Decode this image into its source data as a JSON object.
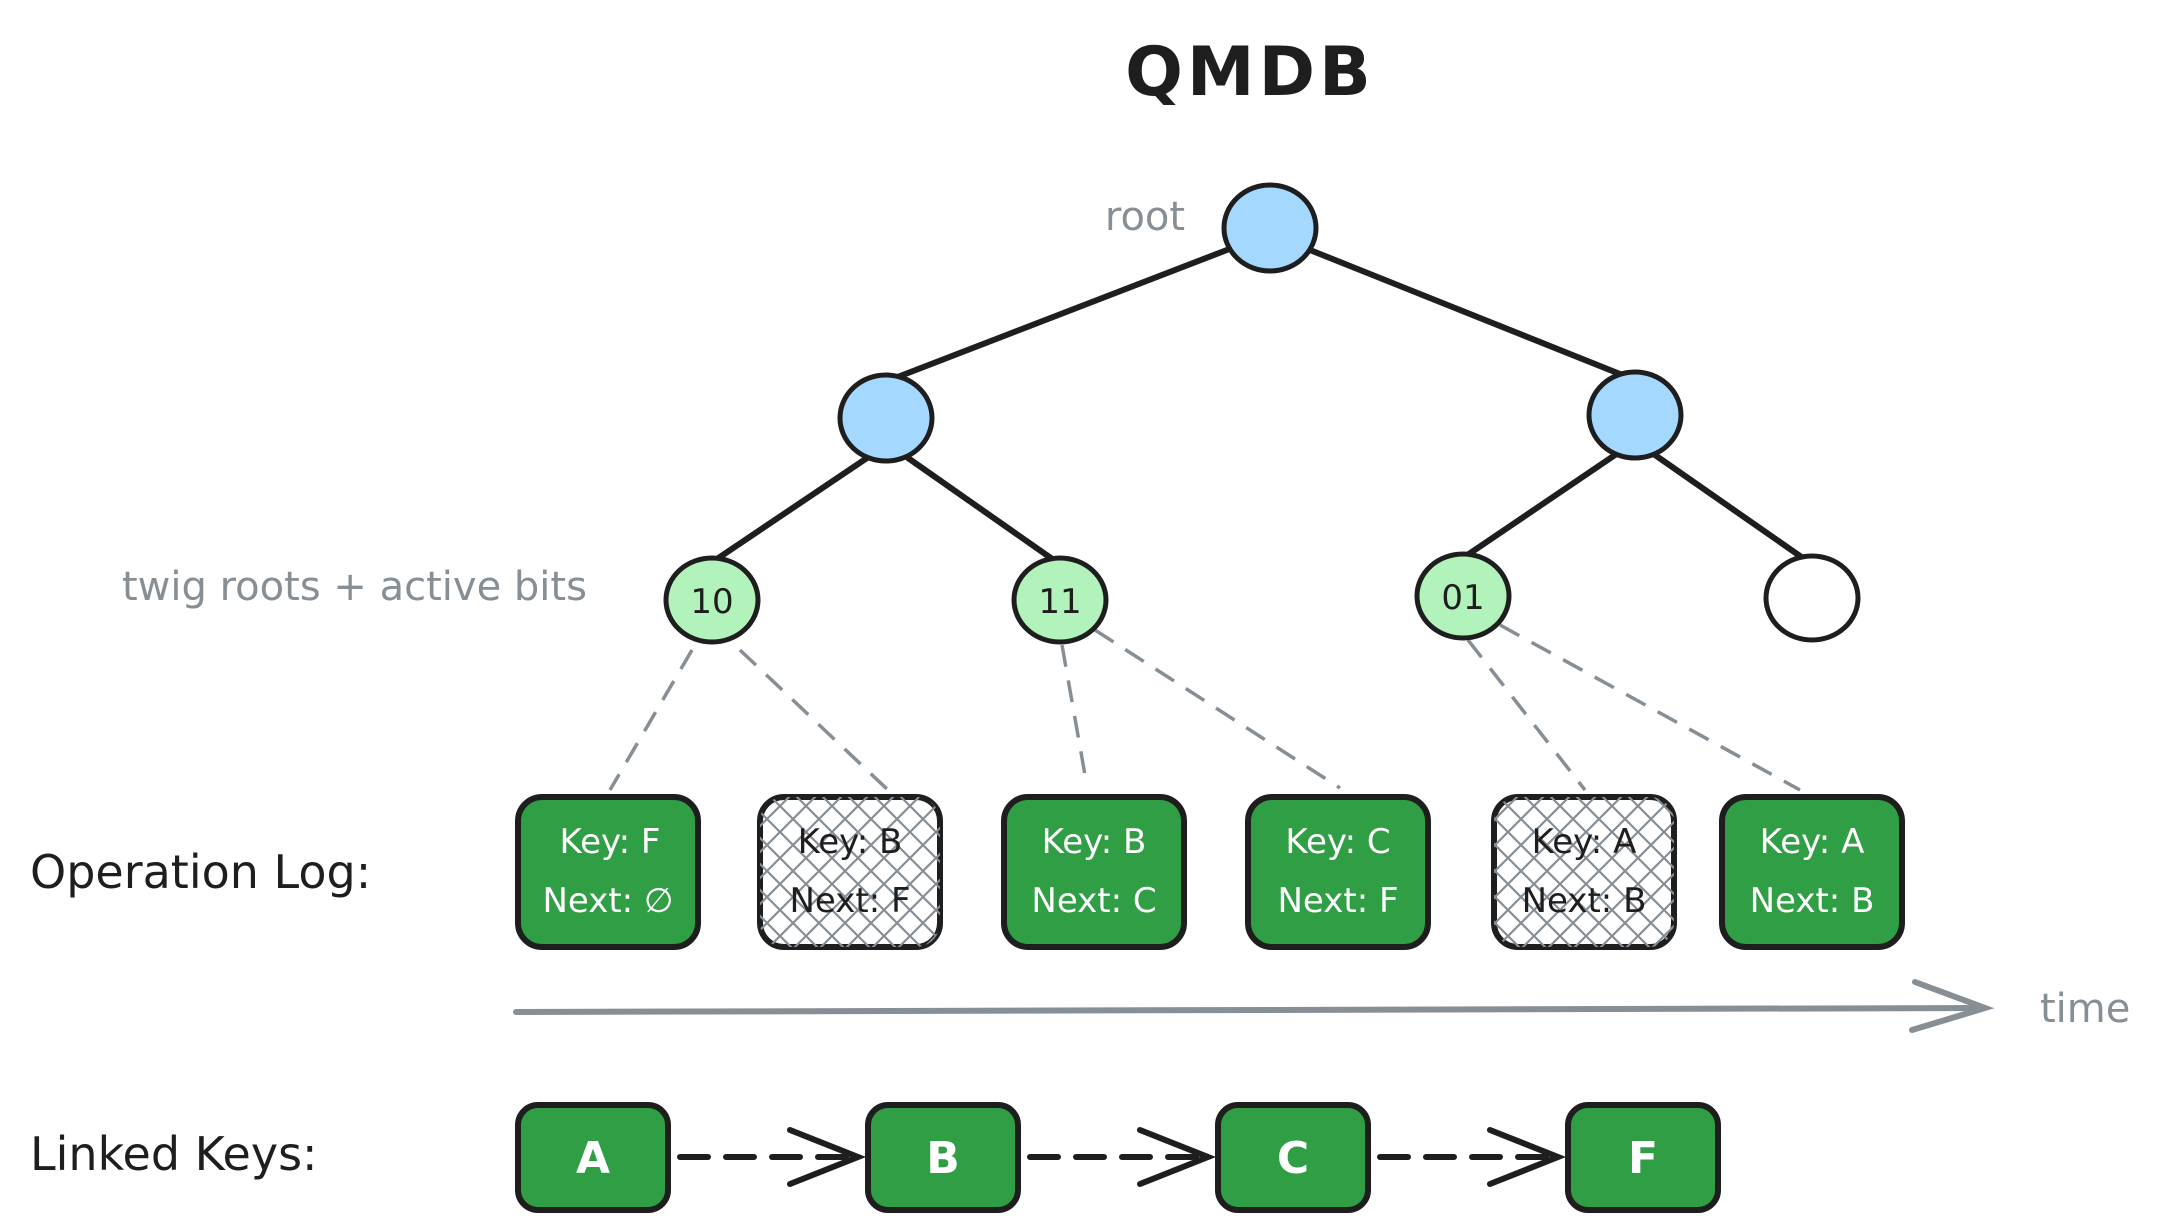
{
  "title": "QMDB",
  "labels": {
    "root": "root",
    "twig": "twig roots + active bits",
    "operation_log": "Operation Log:",
    "linked_keys": "Linked Keys:",
    "time": "time"
  },
  "tree": {
    "twig_nodes": [
      {
        "label": "10",
        "filled": true
      },
      {
        "label": "11",
        "filled": true
      },
      {
        "label": "01",
        "filled": true
      },
      {
        "label": "",
        "filled": false
      }
    ]
  },
  "operation_log": [
    {
      "key": "Key: F",
      "next": "Next: ∅",
      "active": true
    },
    {
      "key": "Key: B",
      "next": "Next: F",
      "active": false
    },
    {
      "key": "Key: B",
      "next": "Next: C",
      "active": true
    },
    {
      "key": "Key: C",
      "next": "Next: F",
      "active": true
    },
    {
      "key": "Key: A",
      "next": "Next: B",
      "active": false
    },
    {
      "key": "Key: A",
      "next": "Next: B",
      "active": true
    }
  ],
  "linked_keys": [
    "A",
    "B",
    "C",
    "F"
  ],
  "colors": {
    "inner_node": "#a5d8ff",
    "twig_node": "#b2f2bb",
    "active_box": "#2f9e44",
    "inactive_box": "#ffffff",
    "stroke": "#1e1e1e",
    "muted": "#868e96"
  }
}
